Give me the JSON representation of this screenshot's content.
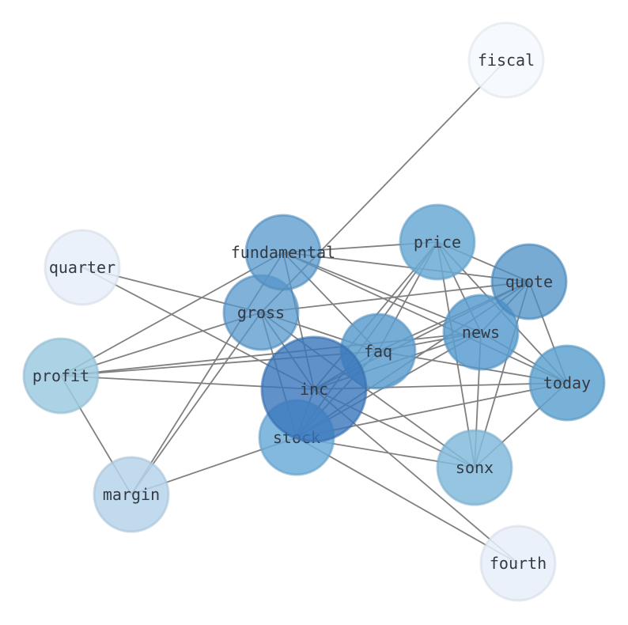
{
  "graph": {
    "edge_color": "#808080",
    "nodes": [
      {
        "id": "fiscal",
        "label": "fiscal",
        "weight": 0.05,
        "color": "#f4f9fe"
      },
      {
        "id": "quarter",
        "label": "quarter",
        "weight": 0.15,
        "color": "#e7eff9"
      },
      {
        "id": "fourth",
        "label": "fourth",
        "weight": 0.15,
        "color": "#e7eff9"
      },
      {
        "id": "profit",
        "label": "profit",
        "weight": 0.45,
        "color": "#9ecae1"
      },
      {
        "id": "margin",
        "label": "margin",
        "weight": 0.35,
        "color": "#b7d4ea"
      },
      {
        "id": "sonx",
        "label": "sonx",
        "weight": 0.55,
        "color": "#84bbdc"
      },
      {
        "id": "stock",
        "label": "stock",
        "weight": 0.6,
        "color": "#6dadd8"
      },
      {
        "id": "price",
        "label": "price",
        "weight": 0.65,
        "color": "#6aaad5"
      },
      {
        "id": "faq",
        "label": "faq",
        "weight": 0.7,
        "color": "#5d9fd0"
      },
      {
        "id": "today",
        "label": "today",
        "weight": 0.7,
        "color": "#5fa3d1"
      },
      {
        "id": "news",
        "label": "news",
        "weight": 0.72,
        "color": "#5b9ecf"
      },
      {
        "id": "gross",
        "label": "gross",
        "weight": 0.78,
        "color": "#5597cb"
      },
      {
        "id": "fundamental",
        "label": "fundamental",
        "weight": 0.78,
        "color": "#5597cb"
      },
      {
        "id": "quote",
        "label": "quote",
        "weight": 0.82,
        "color": "#4b8fc6"
      },
      {
        "id": "inc",
        "label": "inc",
        "weight": 1.0,
        "color": "#3a75bb"
      }
    ],
    "edges": [
      [
        "fiscal",
        "gross"
      ],
      [
        "quarter",
        "gross"
      ],
      [
        "quarter",
        "inc"
      ],
      [
        "fundamental",
        "price"
      ],
      [
        "fundamental",
        "quote"
      ],
      [
        "fundamental",
        "news"
      ],
      [
        "fundamental",
        "today"
      ],
      [
        "fundamental",
        "faq"
      ],
      [
        "fundamental",
        "profit"
      ],
      [
        "fundamental",
        "margin"
      ],
      [
        "fundamental",
        "inc"
      ],
      [
        "gross",
        "quote"
      ],
      [
        "gross",
        "profit"
      ],
      [
        "gross",
        "margin"
      ],
      [
        "gross",
        "faq"
      ],
      [
        "gross",
        "inc"
      ],
      [
        "gross",
        "stock"
      ],
      [
        "gross",
        "sonx"
      ],
      [
        "price",
        "faq"
      ],
      [
        "price",
        "news"
      ],
      [
        "price",
        "today"
      ],
      [
        "price",
        "quote"
      ],
      [
        "price",
        "inc"
      ],
      [
        "price",
        "stock"
      ],
      [
        "price",
        "sonx"
      ],
      [
        "quote",
        "faq"
      ],
      [
        "quote",
        "news"
      ],
      [
        "quote",
        "today"
      ],
      [
        "quote",
        "inc"
      ],
      [
        "quote",
        "stock"
      ],
      [
        "quote",
        "sonx"
      ],
      [
        "news",
        "profit"
      ],
      [
        "news",
        "inc"
      ],
      [
        "news",
        "stock"
      ],
      [
        "news",
        "sonx"
      ],
      [
        "news",
        "faq"
      ],
      [
        "faq",
        "today"
      ],
      [
        "faq",
        "stock"
      ],
      [
        "faq",
        "inc"
      ],
      [
        "faq",
        "profit"
      ],
      [
        "today",
        "inc"
      ],
      [
        "today",
        "stock"
      ],
      [
        "today",
        "sonx"
      ],
      [
        "today",
        "news"
      ],
      [
        "profit",
        "inc"
      ],
      [
        "profit",
        "margin"
      ],
      [
        "inc",
        "fourth"
      ],
      [
        "inc",
        "sonx"
      ],
      [
        "inc",
        "stock"
      ],
      [
        "stock",
        "fourth"
      ],
      [
        "stock",
        "sonx"
      ],
      [
        "stock",
        "margin"
      ]
    ]
  }
}
